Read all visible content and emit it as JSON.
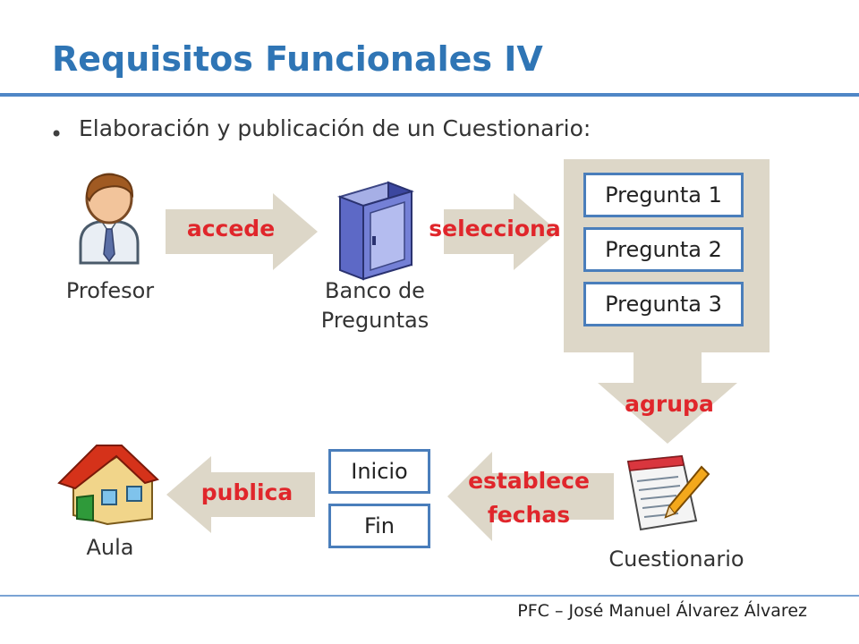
{
  "slide": {
    "title": "Requisitos Funcionales IV",
    "bullet": "Elaboración y publicación de un Cuestionario:",
    "footer": "PFC – José Manuel Álvarez Álvarez"
  },
  "actors": {
    "profesor": "Profesor",
    "banco_line1": "Banco de",
    "banco_line2": "Preguntas",
    "cuestionario": "Cuestionario",
    "aula": "Aula"
  },
  "actions": {
    "accede": "accede",
    "selecciona": "selecciona",
    "agrupa": "agrupa",
    "establece_line1": "establece",
    "establece_line2": "fechas",
    "publica": "publica"
  },
  "questions": [
    "Pregunta 1",
    "Pregunta 2",
    "Pregunta 3"
  ],
  "dates": {
    "start": "Inicio",
    "end": "Fin"
  },
  "colors": {
    "title": "#2f75b5",
    "verb": "#e0262b",
    "arrow": "#ddd7c8",
    "box_border": "#4a7ebb"
  }
}
